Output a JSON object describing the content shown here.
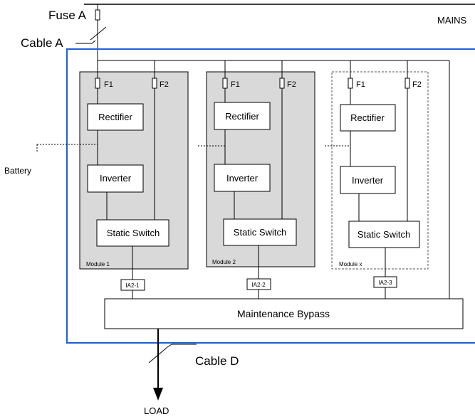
{
  "labels": {
    "fuse_a": "Fuse A",
    "cable_a": "Cable A",
    "mains": "MAINS",
    "battery": "Battery",
    "cable_d": "Cable D",
    "load": "LOAD",
    "maintenance_bypass": "Maintenance Bypass"
  },
  "modules": [
    {
      "name": "Module 1",
      "fuse1": "F1",
      "fuse2": "F2",
      "rectifier": "Rectifier",
      "inverter": "Inverter",
      "static_switch": "Static Switch",
      "isolator": "IA2-1"
    },
    {
      "name": "Module 2",
      "fuse1": "F1",
      "fuse2": "F2",
      "rectifier": "Rectifier",
      "inverter": "Inverter",
      "static_switch": "Static Switch",
      "isolator": "IA2-2"
    },
    {
      "name": "Module x",
      "fuse1": "F1",
      "fuse2": "F2",
      "rectifier": "Rectifier",
      "inverter": "Inverter",
      "static_switch": "Static Switch",
      "isolator": "IA2-3"
    }
  ],
  "colors": {
    "enclosure_border": "#1f5fd6",
    "module_fill": "#d9d9d9",
    "line": "#000000"
  }
}
